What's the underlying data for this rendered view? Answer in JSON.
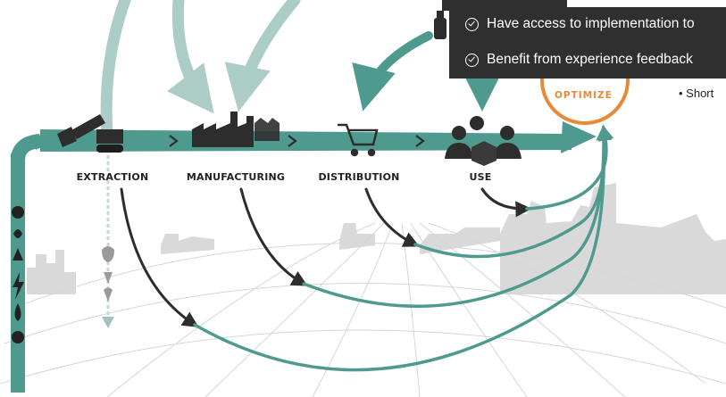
{
  "stages": [
    {
      "label": "EXTRACTION"
    },
    {
      "label": "MANUFACTURING"
    },
    {
      "label": "DISTRIBUTION"
    },
    {
      "label": "USE"
    }
  ],
  "optimize_label": "OPTIMIZE",
  "benefits": [
    {
      "text": "Have access to implementation to"
    },
    {
      "text": "Benefit from experience feedback"
    }
  ],
  "bullet_text": "• Short",
  "icons": {
    "extraction": "excavator-icon",
    "manufacturing": "factory-icon",
    "distribution": "shopping-cart-icon",
    "use": "people-icon",
    "resources": [
      "apple-icon",
      "fish-icon",
      "tree-icon",
      "lightning-icon",
      "water-drop-icon",
      "basketball-icon"
    ]
  },
  "colors": {
    "teal": "#4f9a8e",
    "teal_light": "#9ec4bd",
    "dark": "#2d2d2d",
    "orange": "#e8893a",
    "panel": "#2f2f2f"
  }
}
